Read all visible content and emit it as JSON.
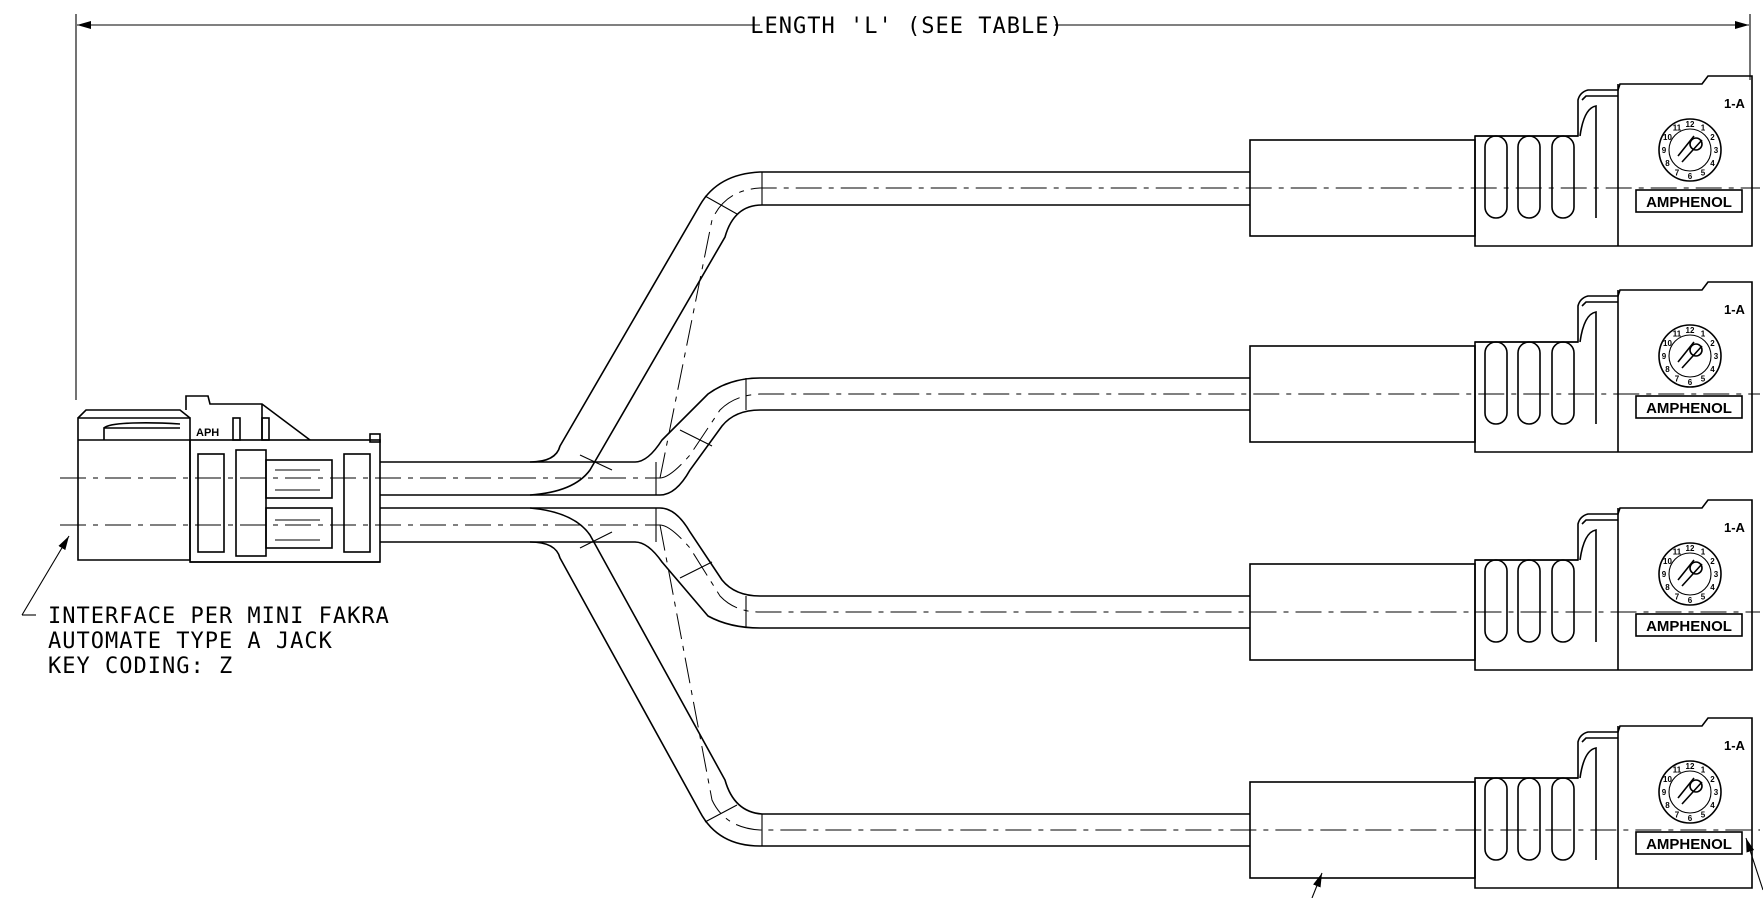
{
  "drawing": {
    "dimension_label": "LENGTH 'L' (SEE TABLE)",
    "note_lines": [
      "INTERFACE PER MINI FAKRA",
      "AUTOMATE TYPE A JACK",
      "KEY CODING: Z"
    ],
    "jack_marking": "APH",
    "plugs": [
      {
        "brand": "AMPHENOL",
        "code": "1-A",
        "dial": [
          "12",
          "1",
          "2",
          "3",
          "4",
          "5",
          "6",
          "7",
          "8",
          "9",
          "10",
          "11"
        ]
      },
      {
        "brand": "AMPHENOL",
        "code": "1-A",
        "dial": [
          "12",
          "1",
          "2",
          "3",
          "4",
          "5",
          "6",
          "7",
          "8",
          "9",
          "10",
          "11"
        ]
      },
      {
        "brand": "AMPHENOL",
        "code": "1-A",
        "dial": [
          "12",
          "1",
          "2",
          "3",
          "4",
          "5",
          "6",
          "7",
          "8",
          "9",
          "10",
          "11"
        ]
      },
      {
        "brand": "AMPHENOL",
        "code": "1-A",
        "dial": [
          "12",
          "1",
          "2",
          "3",
          "4",
          "5",
          "6",
          "7",
          "8",
          "9",
          "10",
          "11"
        ]
      }
    ]
  }
}
